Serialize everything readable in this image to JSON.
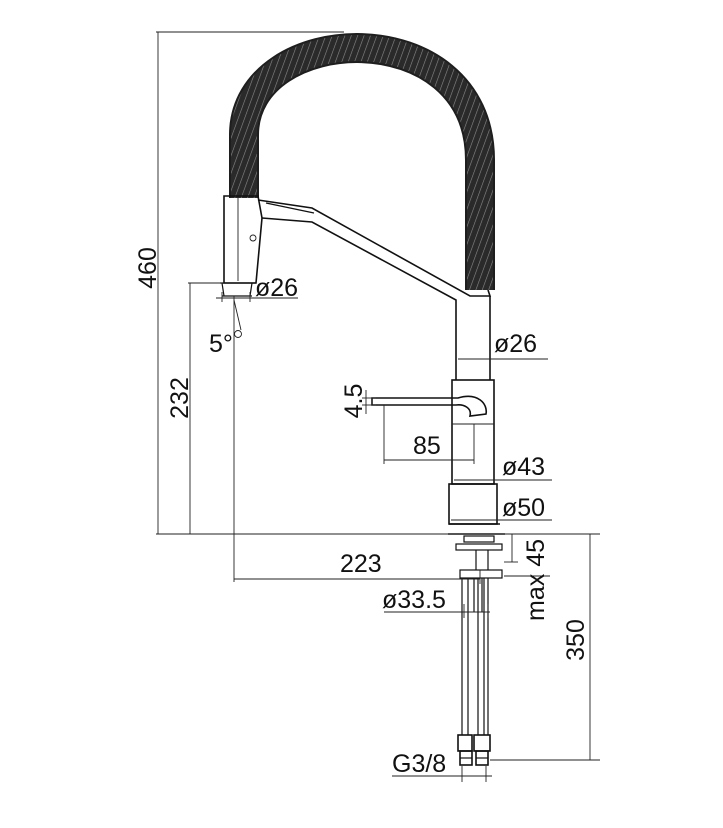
{
  "drawing": {
    "dimensions": {
      "overall_height": "460",
      "spout_height": "232",
      "head_diameter": "ø26",
      "tilt_angle": "5°",
      "body_upper_diameter": "ø26",
      "lever_thickness": "4.5",
      "lever_length": "85",
      "body_diameter": "ø43",
      "base_diameter": "ø50",
      "reach": "223",
      "shank_diameter": "ø33.5",
      "max_deck": "max 45",
      "hose_length": "350",
      "connection": "G3/8"
    }
  }
}
